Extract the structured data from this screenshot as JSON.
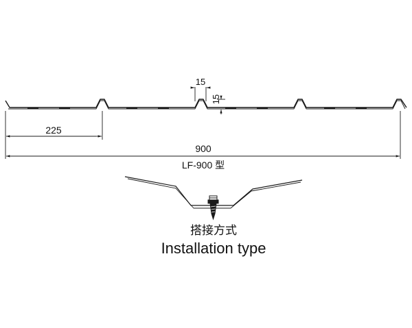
{
  "colors": {
    "line": "#1a1a1a",
    "background": "#ffffff"
  },
  "dimensions": {
    "rib_width": "15",
    "rib_height": "15",
    "pitch": "225",
    "overall_width": "900"
  },
  "labels": {
    "model": "LF-900 型",
    "install_cn": "搭接方式",
    "install_en": "Installation type"
  },
  "icons": {
    "fastener": "self-drilling-screw-icon"
  }
}
